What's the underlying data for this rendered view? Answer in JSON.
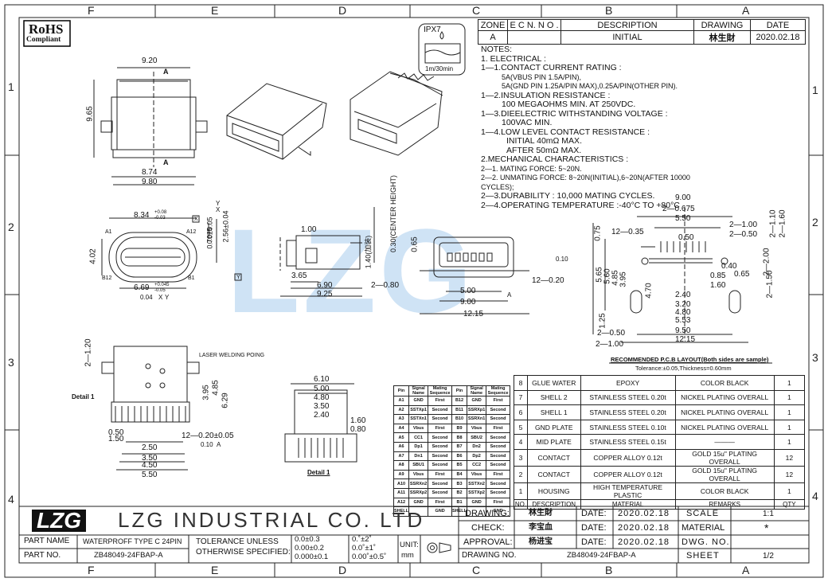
{
  "zones_top": [
    "F",
    "E",
    "D",
    "C",
    "B",
    "A"
  ],
  "zones_side": [
    "1",
    "2",
    "3",
    "4"
  ],
  "rohs": {
    "line1": "RoHS",
    "line2": "Compliant"
  },
  "ipx": {
    "rating": "IPX7",
    "spec": "1m/30min"
  },
  "watermark": "LZG",
  "revision": {
    "headers": [
      "ZONE",
      "E C N. N O .",
      "DESCRIPTION",
      "DRAWING",
      "DATE"
    ],
    "row": [
      "A",
      "",
      "INITIAL",
      "林生財",
      "2020.02.18"
    ]
  },
  "notes": [
    "NOTES:",
    "1. ELECTRICAL :",
    "1—1.CONTACT CURRENT RATING :",
    "5A(VBUS PIN 1.5A/PIN),",
    "5A(GND PIN 1.25A/PIN MAX),0.25A/PIN(OTHER PIN).",
    "1—2.INSULATION RESISTANCE :",
    "100 MEGAOHMS MIN. AT 250VDC.",
    "1—3.DIEELECTRIC WITHSTANDING VOLTAGE :",
    "100VAC MIN.",
    "1—4.LOW LEVEL CONTACT RESISTANCE :",
    "INITIAL 40mΩ MAX.",
    "AFTER 50mΩ MAX.",
    "2.MECHANICAL CHARACTERISTICS :",
    "2—1. MATING FORCE: 5~20N.",
    "2—2. UNMATING FORCE: 8~20N(INITIAL),6~20N(AFTER 10000 CYCLES);",
    "2—3.DURABILITY : 10,000 MATING CYCLES.",
    "2—4.OPERATING TEMPERATURE :-40°C TO +80°C"
  ],
  "dims": {
    "top_view": [
      "9.20",
      "9.65",
      "8.74",
      "9.80",
      "A",
      "A"
    ],
    "front_view": [
      "8.34",
      "+0.08",
      "-0.03",
      "0.70±0.05",
      "0.075",
      "X",
      "Y",
      "2.56±0.04",
      "4.02",
      "A1",
      "A12",
      "B12",
      "B1",
      "6.69",
      "+0.045",
      "-0.05",
      "0.04",
      "X",
      "Y",
      "Y",
      "X"
    ],
    "side_view": [
      "1.00",
      "1.40(加装)",
      "0.30(CENTER HEIGHT)",
      "3.65",
      "6.90",
      "2—0.80",
      "9.25"
    ],
    "end_view": [
      "0.65",
      "0.10",
      "12—0.20",
      "5.00",
      "A",
      "9.00",
      "12.15"
    ],
    "pcb": [
      "9.00",
      "2—0.675",
      "5.50",
      "2—1.00",
      "2—0.50",
      "0.50",
      "2—1.10",
      "2—1.60",
      "0.75",
      "12—0.35",
      "0.40",
      "0.85",
      "0.65",
      "1.60",
      "2—2.00",
      "2—1.50",
      "5.65",
      "5.60",
      "4.85",
      "3.95",
      "4.70",
      "2.40",
      "3.20",
      "4.80",
      "5.53",
      "1.25",
      "2—0.50",
      "9.50",
      "2—1.00",
      "12.15"
    ],
    "pcb_caption": [
      "RECOMMENDED P.C.B LAYOUT(Both sides are sample)",
      "Tolerance:±0.05,Thickness=0.60mm"
    ],
    "bottom_view": [
      "2—1.20",
      "LASER WELDING POING",
      "Detail 1",
      "3.95",
      "4.85",
      "6.29",
      "0.50",
      "1.50",
      "12—0.20±0.05",
      "0.10",
      "A",
      "2.50",
      "3.50",
      "4.50",
      "5.50"
    ],
    "detail": [
      "6.10",
      "5.00",
      "4.80",
      "3.50",
      "2.40",
      "1.60",
      "0.80",
      "Detail 1"
    ]
  },
  "pin_table": {
    "headers": [
      "Pin",
      "Signal Name",
      "Mating Sequence",
      "Pin",
      "Signal Name",
      "Mating Sequence"
    ],
    "rows": [
      [
        "A1",
        "GND",
        "First",
        "B12",
        "GND",
        "First"
      ],
      [
        "A2",
        "SSTXp1",
        "Second",
        "B11",
        "SSRXp1",
        "Second"
      ],
      [
        "A3",
        "SSTXn1",
        "Second",
        "B10",
        "SSRXn1",
        "Second"
      ],
      [
        "A4",
        "Vbus",
        "First",
        "B9",
        "Vbus",
        "First"
      ],
      [
        "A5",
        "CC1",
        "Second",
        "B8",
        "SBU2",
        "Second"
      ],
      [
        "A6",
        "Dp1",
        "Second",
        "B7",
        "Dn2",
        "Second"
      ],
      [
        "A7",
        "Dn1",
        "Second",
        "B6",
        "Dp2",
        "Second"
      ],
      [
        "A8",
        "SBU1",
        "Second",
        "B5",
        "CC2",
        "Second"
      ],
      [
        "A9",
        "Vbus",
        "First",
        "B4",
        "Vbus",
        "First"
      ],
      [
        "A10",
        "SSRXn2",
        "Second",
        "B3",
        "SSTXn2",
        "Second"
      ],
      [
        "A11",
        "SSRXp2",
        "Second",
        "B2",
        "SSTXp2",
        "Second"
      ],
      [
        "A12",
        "GND",
        "First",
        "B1",
        "GND",
        "First"
      ],
      [
        "SHELL",
        "",
        "GND",
        "SHELL",
        "",
        "GND"
      ]
    ]
  },
  "bom": {
    "rows": [
      [
        "8",
        "GLUE WATER",
        "EPOXY",
        "COLOR BLACK",
        "1"
      ],
      [
        "7",
        "SHELL 2",
        "STAINLESS STEEL 0.20t",
        "NICKEL PLATING OVERALL",
        "1"
      ],
      [
        "6",
        "SHELL 1",
        "STAINLESS STEEL 0.20t",
        "NICKEL PLATING OVERALL",
        "1"
      ],
      [
        "5",
        "GND PLATE",
        "STAINLESS STEEL 0.10t",
        "NICKEL PLATING OVERALL",
        "1"
      ],
      [
        "4",
        "MID PLATE",
        "STAINLESS STEEL 0.15t",
        "———",
        "1"
      ],
      [
        "3",
        "CONTACT",
        "COPPER ALLOY 0.12t",
        "GOLD 15u\" PLATING OVERALL",
        "12"
      ],
      [
        "2",
        "CONTACT",
        "COPPER ALLOY 0.12t",
        "GOLD 15u\" PLATING OVERALL",
        "12"
      ],
      [
        "1",
        "HOUSING",
        "HIGH TEMPERATURE PLASTIC",
        "COLOR BLACK",
        "1"
      ]
    ],
    "headers": [
      "NO.",
      "DESCRIPTION",
      "MATERIAL",
      "REMARKS",
      "QTY"
    ]
  },
  "title_block": {
    "logo": "LZG",
    "company": "LZG INDUSTRIAL CO. LTD",
    "part_name_label": "PART NAME",
    "part_name": "WATERPROFF TYPE C 24PIN",
    "part_no_label": "PART NO.",
    "part_no": "ZB48049-24FBAP-A",
    "tolerance_label1": "TOLERANCE UNLESS",
    "tolerance_label2": "OTHERWISE SPECIFIED:",
    "tol_lin": [
      "0.0±0.3",
      "0.00±0.2",
      "0.000±0.1"
    ],
    "tol_ang": [
      "0.˚±2˚",
      "0.0˚±1˚",
      "0.00˚±0.5˚"
    ],
    "unit_label": "UNIT:",
    "unit": "mm",
    "drawing_label": "DRAWING:",
    "drawing_by": "林生財",
    "check_label": "CHECK:",
    "check_by": "李宝血",
    "approval_label": "APPROVAL:",
    "approval_by": "杨进宝",
    "drawing_no_label": "DRAWING NO.",
    "drawing_no": "ZB48049-24FBAP-A",
    "date_label": "DATE:",
    "date": "2020.02.18",
    "scale_label": "SCALE",
    "scale": "1:1",
    "material_label": "MATERIAL",
    "material": "*",
    "dwg_no_label": "DWG. NO.",
    "sheet_label": "SHEET",
    "sheet": "1/2"
  }
}
